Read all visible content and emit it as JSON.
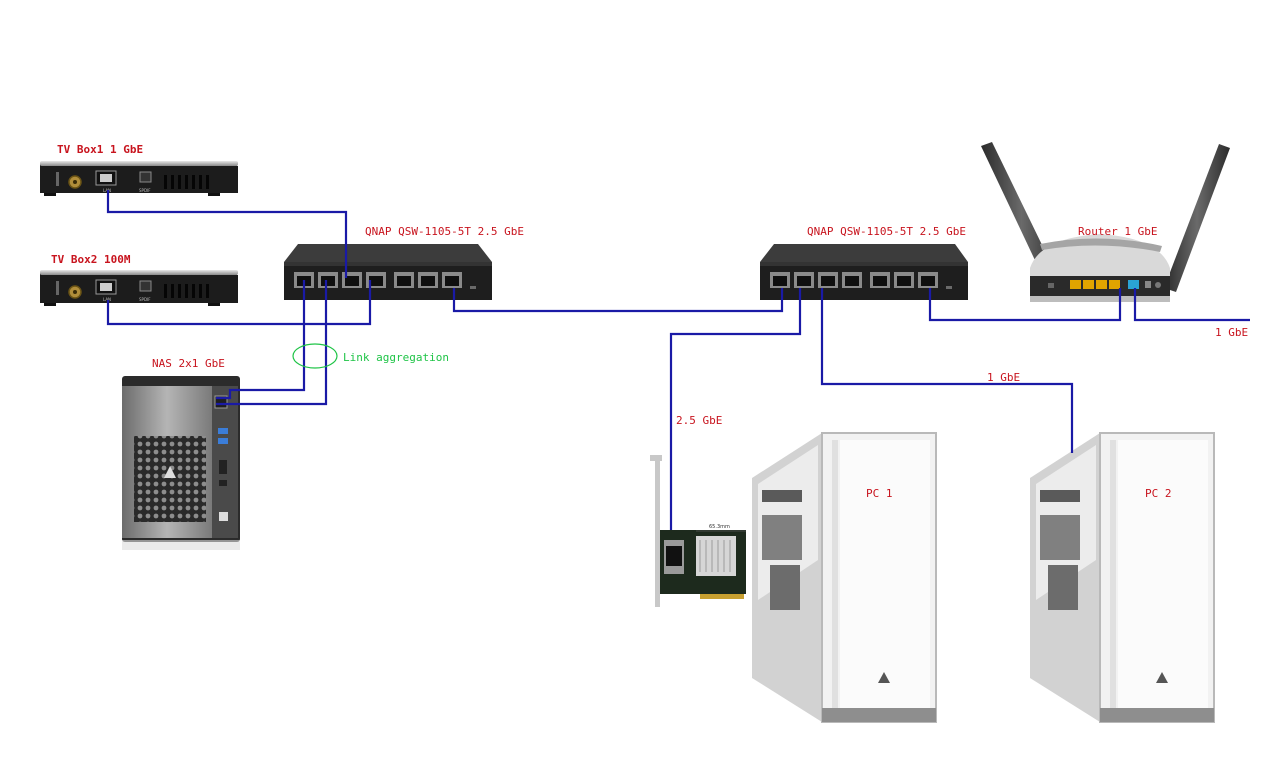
{
  "labels": {
    "tvbox1": "TV Box1 1 GbE",
    "tvbox2": "TV Box2 100M",
    "switch1": "QNAP QSW-1105-5T 2.5 GbE",
    "switch2": "QNAP QSW-1105-5T 2.5 GbE",
    "router": "Router 1 GbE",
    "nas": "NAS 2x1 GbE",
    "link_aggregation": "Link aggregation",
    "uplink_speed": "1 GbE",
    "pc2_link_speed": "1 GbE",
    "pc1_link_speed": "2.5 GbE",
    "pc1": "PC 1",
    "pc2": "PC 2"
  },
  "device_text": {
    "tvbox_lan": "LAN",
    "tvbox_spdif": "SPDIF",
    "nic_dimension": "65.3mm"
  },
  "colors": {
    "cable": "#1a1aa6",
    "label_red": "#c8141e",
    "link_aggregation": "#1fc447"
  }
}
